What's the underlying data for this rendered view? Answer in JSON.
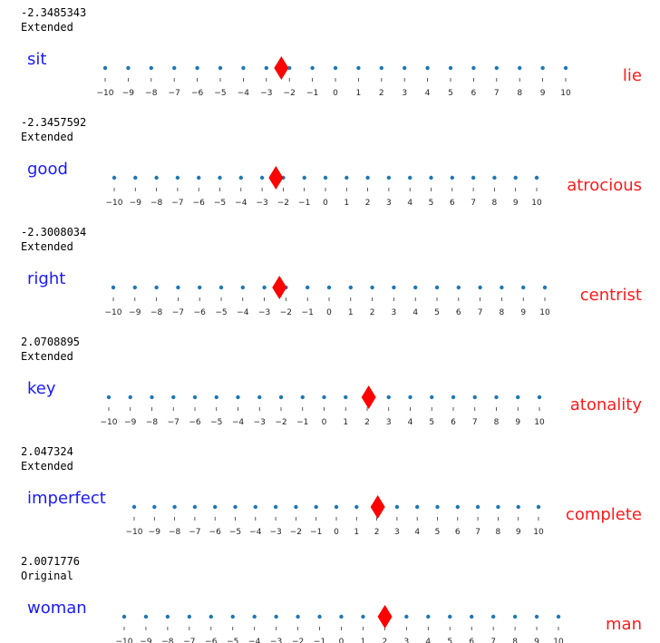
{
  "chart_data": [
    {
      "type": "scatter",
      "value_text": "-2.3485343",
      "label_text": "Extended",
      "left_word": "sit",
      "right_word": "lie",
      "marker_value": -2.3485343,
      "x": [
        -10,
        -9,
        -8,
        -7,
        -6,
        -5,
        -4,
        -3,
        -2,
        -1,
        0,
        1,
        2,
        3,
        4,
        5,
        6,
        7,
        8,
        9,
        10
      ],
      "tick_labels": [
        "−10",
        "−9",
        "−8",
        "−7",
        "−6",
        "−5",
        "−4",
        "−3",
        "−2",
        "−1",
        "0",
        "1",
        "2",
        "3",
        "4",
        "5",
        "6",
        "7",
        "8",
        "9",
        "10"
      ]
    },
    {
      "type": "scatter",
      "value_text": "-2.3457592",
      "label_text": "Extended",
      "left_word": "good",
      "right_word": "atrocious",
      "marker_value": -2.3457592,
      "x": [
        -10,
        -9,
        -8,
        -7,
        -6,
        -5,
        -4,
        -3,
        -2,
        -1,
        0,
        1,
        2,
        3,
        4,
        5,
        6,
        7,
        8,
        9,
        10
      ],
      "tick_labels": [
        "−10",
        "−9",
        "−8",
        "−7",
        "−6",
        "−5",
        "−4",
        "−3",
        "−2",
        "−1",
        "0",
        "1",
        "2",
        "3",
        "4",
        "5",
        "6",
        "7",
        "8",
        "9",
        "10"
      ]
    },
    {
      "type": "scatter",
      "value_text": "-2.3008034",
      "label_text": "Extended",
      "left_word": "right",
      "right_word": "centrist",
      "marker_value": -2.3008034,
      "x": [
        -10,
        -9,
        -8,
        -7,
        -6,
        -5,
        -4,
        -3,
        -2,
        -1,
        0,
        1,
        2,
        3,
        4,
        5,
        6,
        7,
        8,
        9,
        10
      ],
      "tick_labels": [
        "−10",
        "−9",
        "−8",
        "−7",
        "−6",
        "−5",
        "−4",
        "−3",
        "−2",
        "−1",
        "0",
        "1",
        "2",
        "3",
        "4",
        "5",
        "6",
        "7",
        "8",
        "9",
        "10"
      ]
    },
    {
      "type": "scatter",
      "value_text": "2.0708895",
      "label_text": "Extended",
      "left_word": "key",
      "right_word": "atonality",
      "marker_value": 2.0708895,
      "x": [
        -10,
        -9,
        -8,
        -7,
        -6,
        -5,
        -4,
        -3,
        -2,
        -1,
        0,
        1,
        2,
        3,
        4,
        5,
        6,
        7,
        8,
        9,
        10
      ],
      "tick_labels": [
        "−10",
        "−9",
        "−8",
        "−7",
        "−6",
        "−5",
        "−4",
        "−3",
        "−2",
        "−1",
        "0",
        "1",
        "2",
        "3",
        "4",
        "5",
        "6",
        "7",
        "8",
        "9",
        "10"
      ]
    },
    {
      "type": "scatter",
      "value_text": "2.047324",
      "label_text": "Extended",
      "left_word": "imperfect",
      "right_word": "complete",
      "marker_value": 2.047324,
      "x": [
        -10,
        -9,
        -8,
        -7,
        -6,
        -5,
        -4,
        -3,
        -2,
        -1,
        0,
        1,
        2,
        3,
        4,
        5,
        6,
        7,
        8,
        9,
        10
      ],
      "tick_labels": [
        "−10",
        "−9",
        "−8",
        "−7",
        "−6",
        "−5",
        "−4",
        "−3",
        "−2",
        "−1",
        "0",
        "1",
        "2",
        "3",
        "4",
        "5",
        "6",
        "7",
        "8",
        "9",
        "10"
      ]
    },
    {
      "type": "scatter",
      "value_text": "2.0071776",
      "label_text": "Original",
      "left_word": "woman",
      "right_word": "man",
      "marker_value": 2.0071776,
      "x": [
        -10,
        -9,
        -8,
        -7,
        -6,
        -5,
        -4,
        -3,
        -2,
        -1,
        0,
        1,
        2,
        3,
        4,
        5,
        6,
        7,
        8,
        9,
        10
      ],
      "tick_labels": [
        "−10",
        "−9",
        "−8",
        "−7",
        "−6",
        "−5",
        "−4",
        "−3",
        "−2",
        "−1",
        "0",
        "1",
        "2",
        "3",
        "4",
        "5",
        "6",
        "7",
        "8",
        "9",
        "10"
      ]
    }
  ],
  "colors": {
    "left_word": "#1a1aff",
    "right_word": "#ff1a1a",
    "dots": "#1f77b4",
    "marker": "#ff0000"
  }
}
